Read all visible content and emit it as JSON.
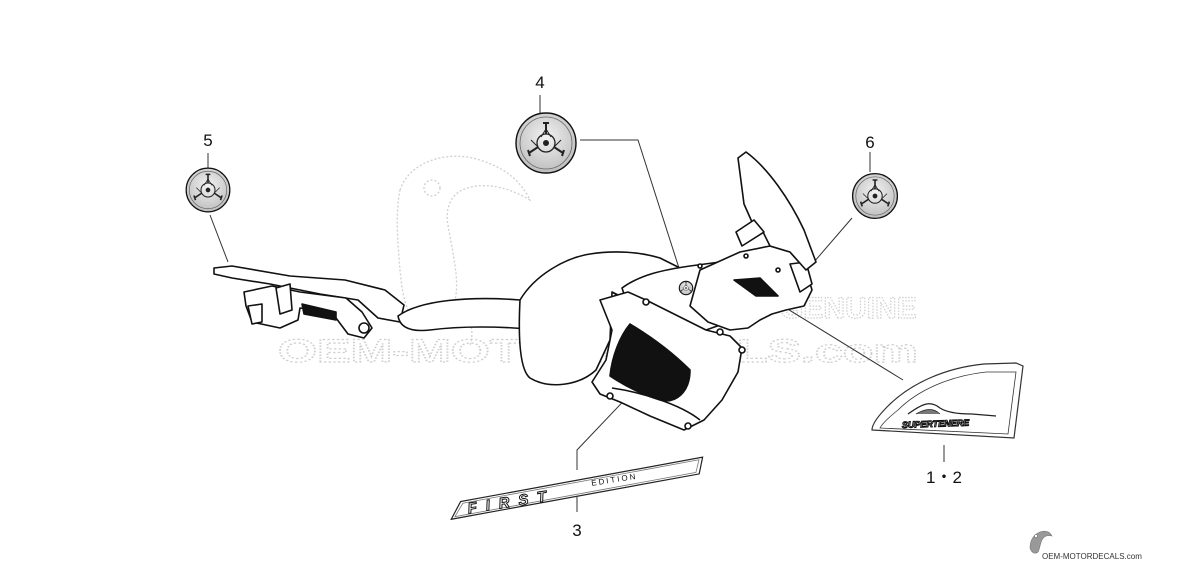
{
  "callouts": {
    "c1": "1・2",
    "c3": "3",
    "c4": "4",
    "c5": "5",
    "c6": "6"
  },
  "watermark": {
    "genuine": "GENUINE",
    "site": "OEM-MOTORDECALS.com"
  },
  "decals": {
    "first_word": "FIRST",
    "edition_word": "EDITION",
    "model_word": "SUPERTENERE"
  },
  "footer": {
    "site": "OEM-MOTORDECALS.com"
  },
  "icons": [
    "yamaha-tuning-fork-emblem-icon",
    "toucan-watermark-icon",
    "toucan-logo-icon"
  ]
}
